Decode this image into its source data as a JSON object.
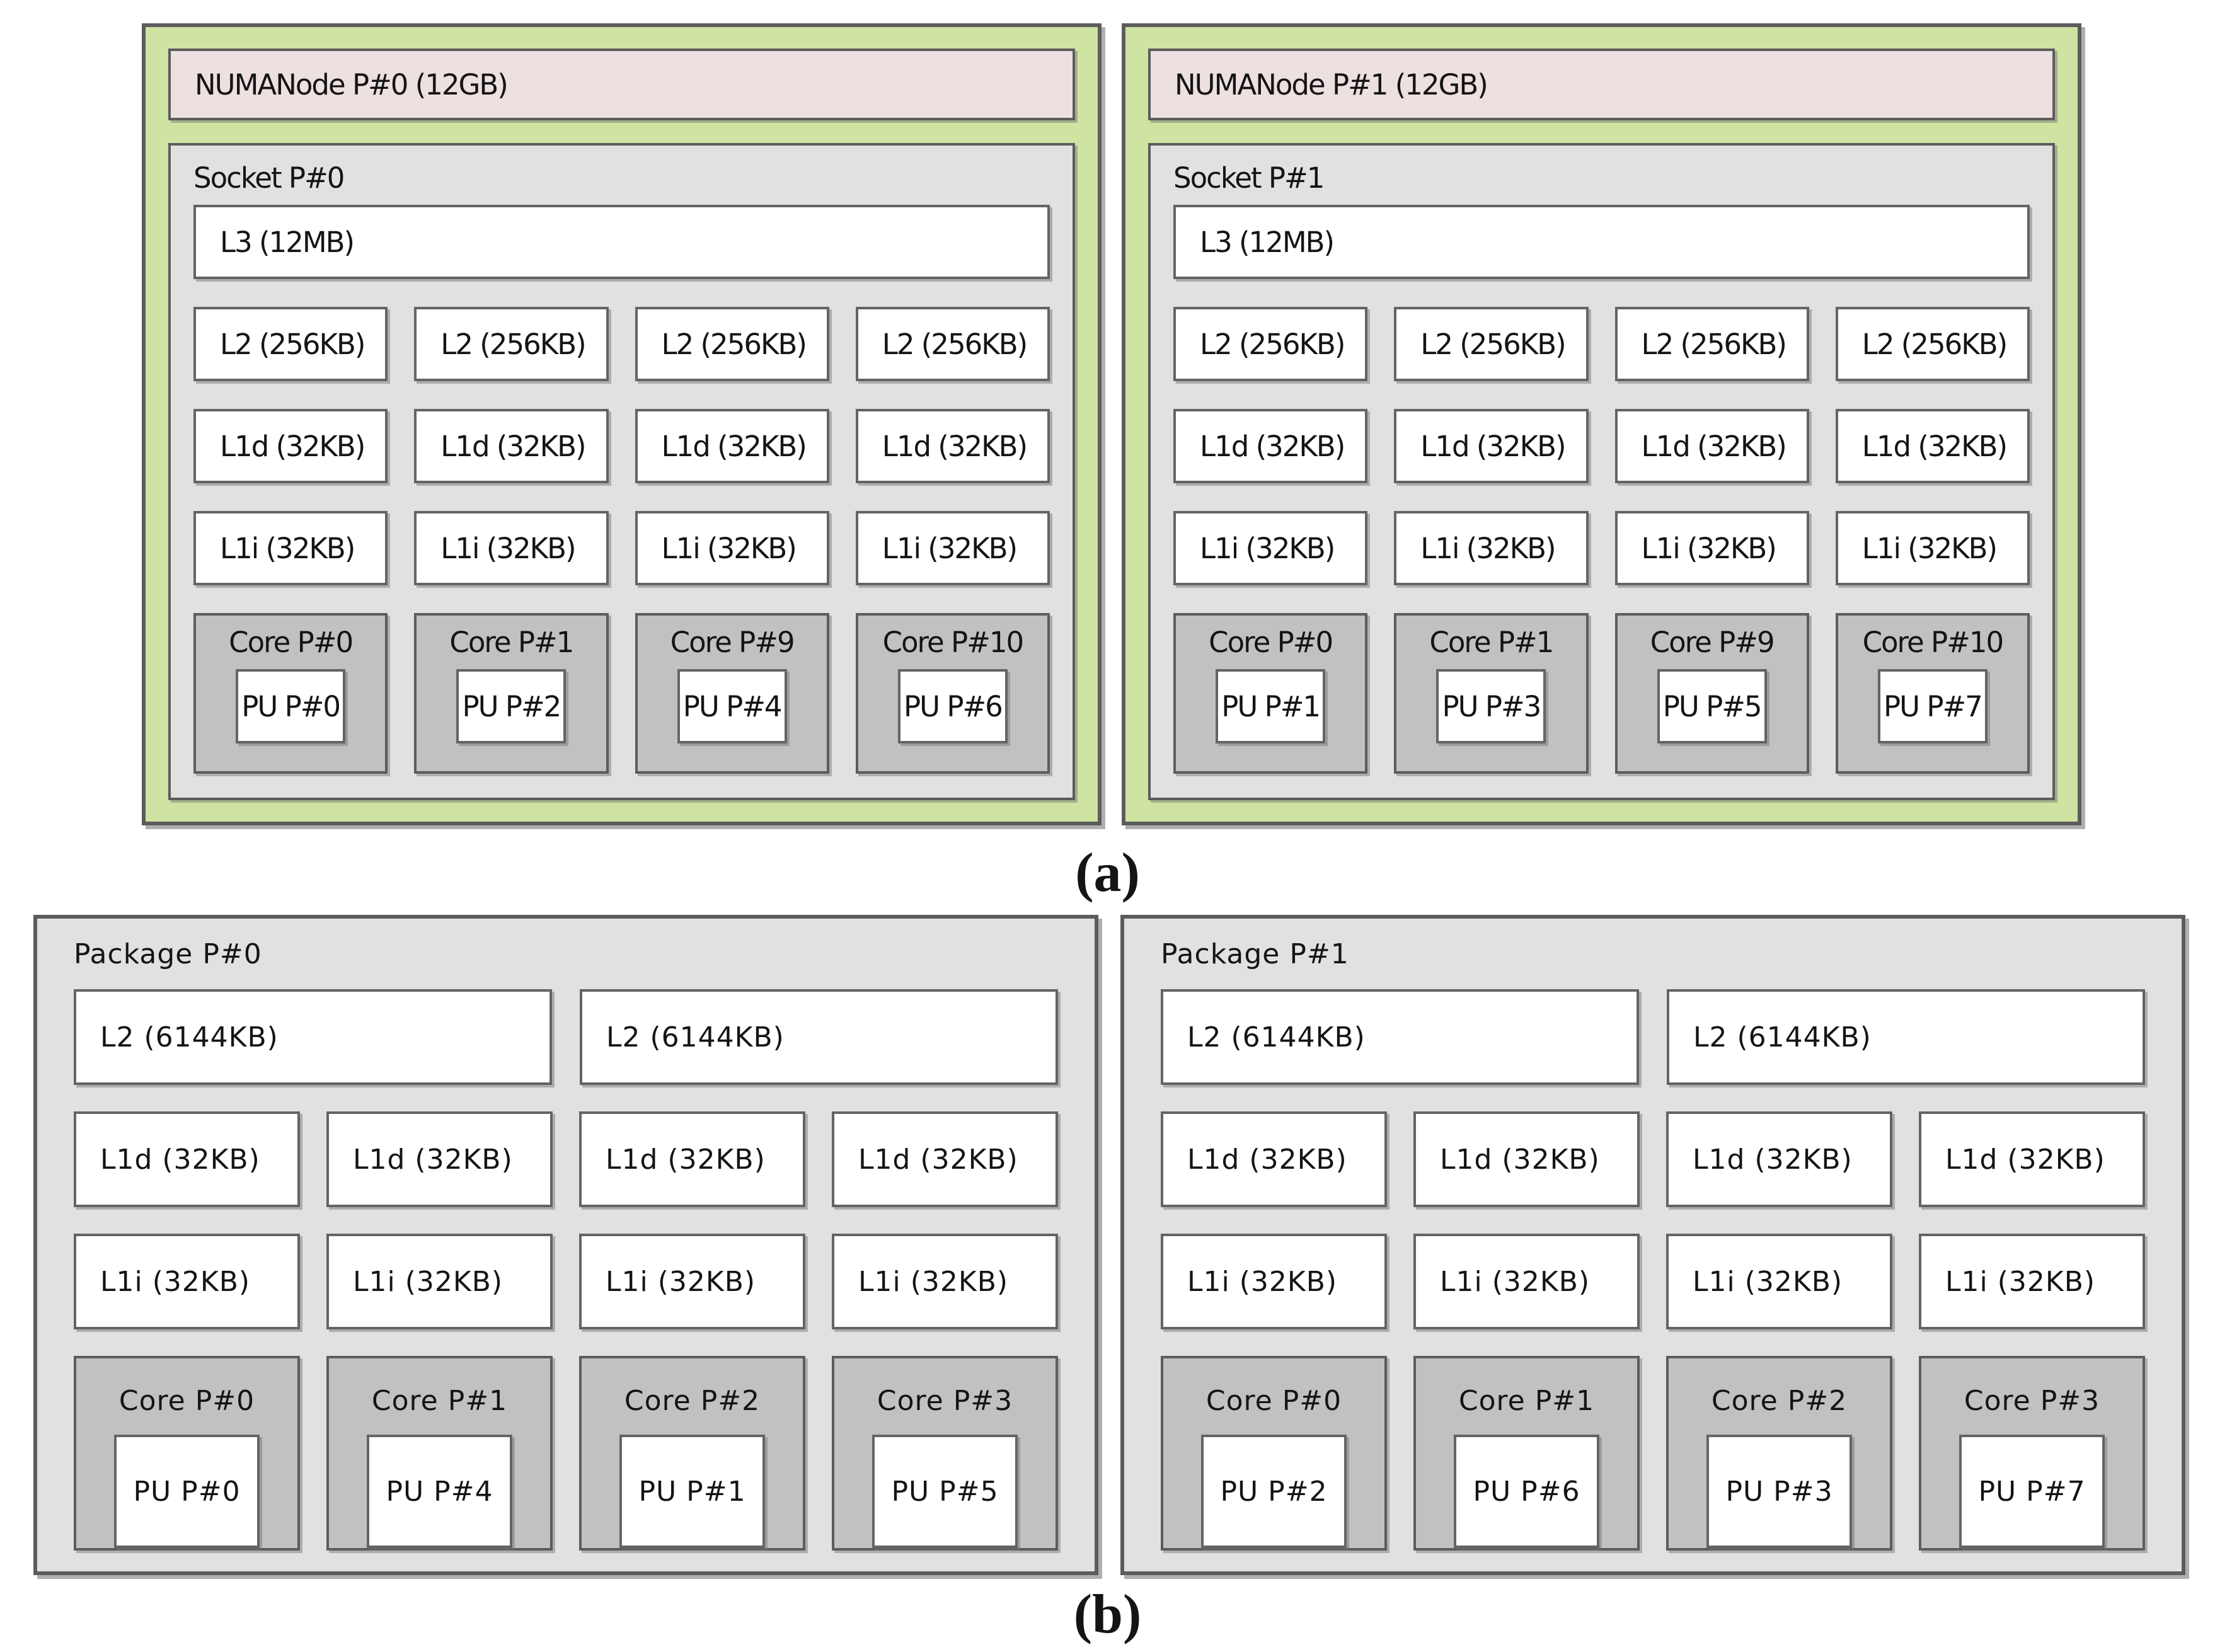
{
  "captions": {
    "a": "(a)",
    "b": "(b)"
  },
  "colors": {
    "machine_green": "#cfe3a3",
    "numanode_pink": "#ede0e1",
    "socket_gray": "#e1e1e1",
    "core_gray": "#c1c1c1",
    "box_white": "#ffffff",
    "border_gray": "#5c5c5c"
  },
  "panel_a": {
    "machines": [
      {
        "numanode": "NUMANode P#0 (12GB)",
        "socket": "Socket P#0",
        "l3": "L3 (12MB)",
        "l2": [
          "L2 (256KB)",
          "L2 (256KB)",
          "L2 (256KB)",
          "L2 (256KB)"
        ],
        "l1d": [
          "L1d (32KB)",
          "L1d (32KB)",
          "L1d (32KB)",
          "L1d (32KB)"
        ],
        "l1i": [
          "L1i (32KB)",
          "L1i (32KB)",
          "L1i (32KB)",
          "L1i (32KB)"
        ],
        "cores": [
          {
            "label": "Core P#0",
            "pu": "PU P#0"
          },
          {
            "label": "Core P#1",
            "pu": "PU P#2"
          },
          {
            "label": "Core P#9",
            "pu": "PU P#4"
          },
          {
            "label": "Core P#10",
            "pu": "PU P#6"
          }
        ]
      },
      {
        "numanode": "NUMANode P#1 (12GB)",
        "socket": "Socket P#1",
        "l3": "L3 (12MB)",
        "l2": [
          "L2 (256KB)",
          "L2 (256KB)",
          "L2 (256KB)",
          "L2 (256KB)"
        ],
        "l1d": [
          "L1d (32KB)",
          "L1d (32KB)",
          "L1d (32KB)",
          "L1d (32KB)"
        ],
        "l1i": [
          "L1i (32KB)",
          "L1i (32KB)",
          "L1i (32KB)",
          "L1i (32KB)"
        ],
        "cores": [
          {
            "label": "Core P#0",
            "pu": "PU P#1"
          },
          {
            "label": "Core P#1",
            "pu": "PU P#3"
          },
          {
            "label": "Core P#9",
            "pu": "PU P#5"
          },
          {
            "label": "Core P#10",
            "pu": "PU P#7"
          }
        ]
      }
    ]
  },
  "panel_b": {
    "packages": [
      {
        "label": "Package P#0",
        "l2": [
          "L2 (6144KB)",
          "L2 (6144KB)"
        ],
        "l1d": [
          "L1d (32KB)",
          "L1d (32KB)",
          "L1d (32KB)",
          "L1d (32KB)"
        ],
        "l1i": [
          "L1i (32KB)",
          "L1i (32KB)",
          "L1i (32KB)",
          "L1i (32KB)"
        ],
        "cores": [
          {
            "label": "Core P#0",
            "pu": "PU P#0"
          },
          {
            "label": "Core P#1",
            "pu": "PU P#4"
          },
          {
            "label": "Core P#2",
            "pu": "PU P#1"
          },
          {
            "label": "Core P#3",
            "pu": "PU P#5"
          }
        ]
      },
      {
        "label": "Package P#1",
        "l2": [
          "L2 (6144KB)",
          "L2 (6144KB)"
        ],
        "l1d": [
          "L1d (32KB)",
          "L1d (32KB)",
          "L1d (32KB)",
          "L1d (32KB)"
        ],
        "l1i": [
          "L1i (32KB)",
          "L1i (32KB)",
          "L1i (32KB)",
          "L1i (32KB)"
        ],
        "cores": [
          {
            "label": "Core P#0",
            "pu": "PU P#2"
          },
          {
            "label": "Core P#1",
            "pu": "PU P#6"
          },
          {
            "label": "Core P#2",
            "pu": "PU P#3"
          },
          {
            "label": "Core P#3",
            "pu": "PU P#7"
          }
        ]
      }
    ]
  }
}
